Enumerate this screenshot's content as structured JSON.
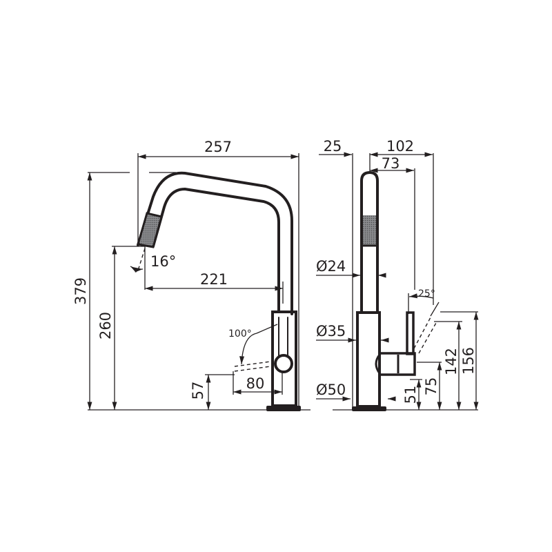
{
  "drawing": {
    "title": "Kitchen mixer tap dimension drawing",
    "colors": {
      "line": "#231f20",
      "aerator": "#6d6e71",
      "background": "#ffffff"
    },
    "front_view": {
      "dimensions": {
        "overall_reach": "257",
        "spout_reach": "221",
        "overall_height": "379",
        "spout_outlet_height": "260",
        "spout_tilt_angle": "16°",
        "lever_rotation_angle": "100°",
        "lever_height": "57",
        "lever_reach": "80"
      }
    },
    "side_view": {
      "dimensions": {
        "spout_offset": "25",
        "lever_reach_total": "102",
        "spout_to_lever": "73",
        "spout_diameter": "Ø24",
        "body_diameter": "Ø35",
        "base_diameter": "Ø50",
        "lever_angle": "25°",
        "lever_bottom_height": "51",
        "lever_center_height": "75",
        "lever_top_height": "142",
        "body_height": "156"
      }
    }
  }
}
